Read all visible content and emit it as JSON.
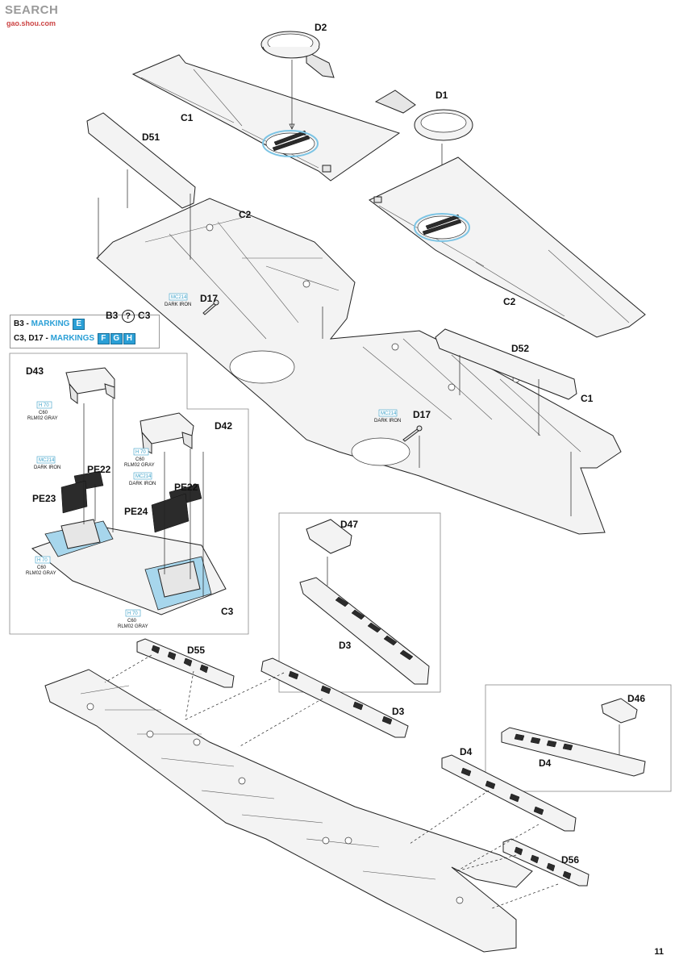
{
  "watermark": {
    "text": "SEARCH",
    "url": "gao.shou.com"
  },
  "page_number": "11",
  "legend": {
    "row1_parts": "B3 - ",
    "row1_label": "MARKING",
    "row1_badges": [
      "E"
    ],
    "row2_parts": "C3, D17 - ",
    "row2_label": "MARKINGS",
    "row2_badges": [
      "F",
      "G",
      "H"
    ]
  },
  "option_note": {
    "left": "B3",
    "symbol": "?",
    "right": "C3"
  },
  "part_labels": {
    "d2": "D2",
    "d1": "D1",
    "c1_top": "C1",
    "c2_top": "C2",
    "d51": "D51",
    "c2_wing": "C2",
    "d17_left": "D17",
    "d52": "D52",
    "c1_wing": "C1",
    "d17_right": "D17",
    "d43": "D43",
    "d42": "D42",
    "pe22_left": "PE22",
    "pe23": "PE23",
    "pe22_right": "PE22",
    "pe24": "PE24",
    "c3": "C3",
    "d47": "D47",
    "d3_inset": "D3",
    "d55": "D55",
    "d3_bottom": "D3",
    "d4_bottom": "D4",
    "d46": "D46",
    "d4_inset": "D4",
    "d56": "D56"
  },
  "paint_callouts": {
    "mc214": "MC214",
    "dark_iron": "DARK IRON",
    "h70": "H 70",
    "c60": "C60",
    "rlm02": "RLM02 GRAY"
  },
  "colors": {
    "callout_blue": "#3aa0c8",
    "highlight_blue": "#a7d6ec",
    "marking_badge": "#2a9fd6"
  }
}
